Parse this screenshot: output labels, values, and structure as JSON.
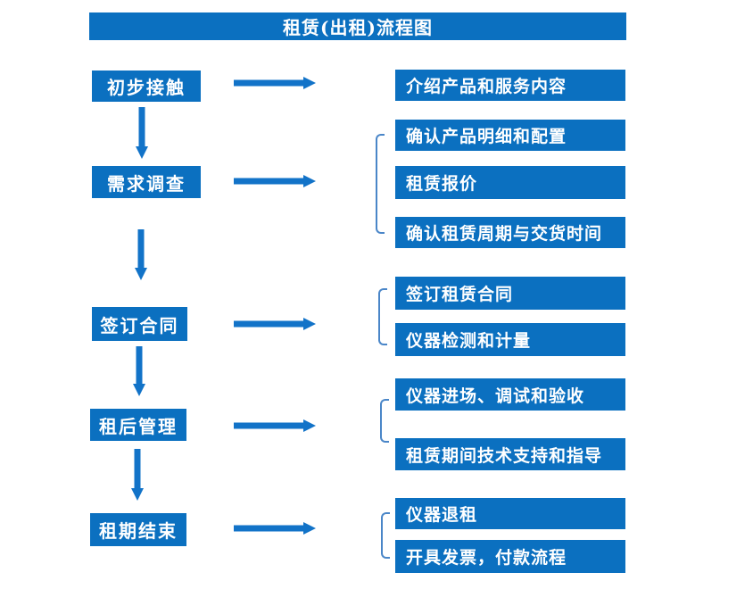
{
  "title": "租赁(出租)流程图",
  "steps": [
    {
      "label": "初步接触",
      "details": [
        "介绍产品和服务内容"
      ]
    },
    {
      "label": "需求调查",
      "details": [
        "确认产品明细和配置",
        "租赁报价",
        "确认租赁周期与交货时间"
      ]
    },
    {
      "label": "签订合同",
      "details": [
        "签订租赁合同",
        "仪器检测和计量"
      ]
    },
    {
      "label": "租后管理",
      "details": [
        "仪器进场、调试和验收",
        "租赁期间技术支持和指导"
      ]
    },
    {
      "label": "租期结束",
      "details": [
        "仪器退租",
        "开具发票，付款流程"
      ]
    }
  ],
  "colors": {
    "box_blue": "#0b70c0",
    "arrow_blue": "#1273c8",
    "bracket_blue": "#4a86c8",
    "text_white": "#ffffff",
    "background": "#ffffff"
  }
}
